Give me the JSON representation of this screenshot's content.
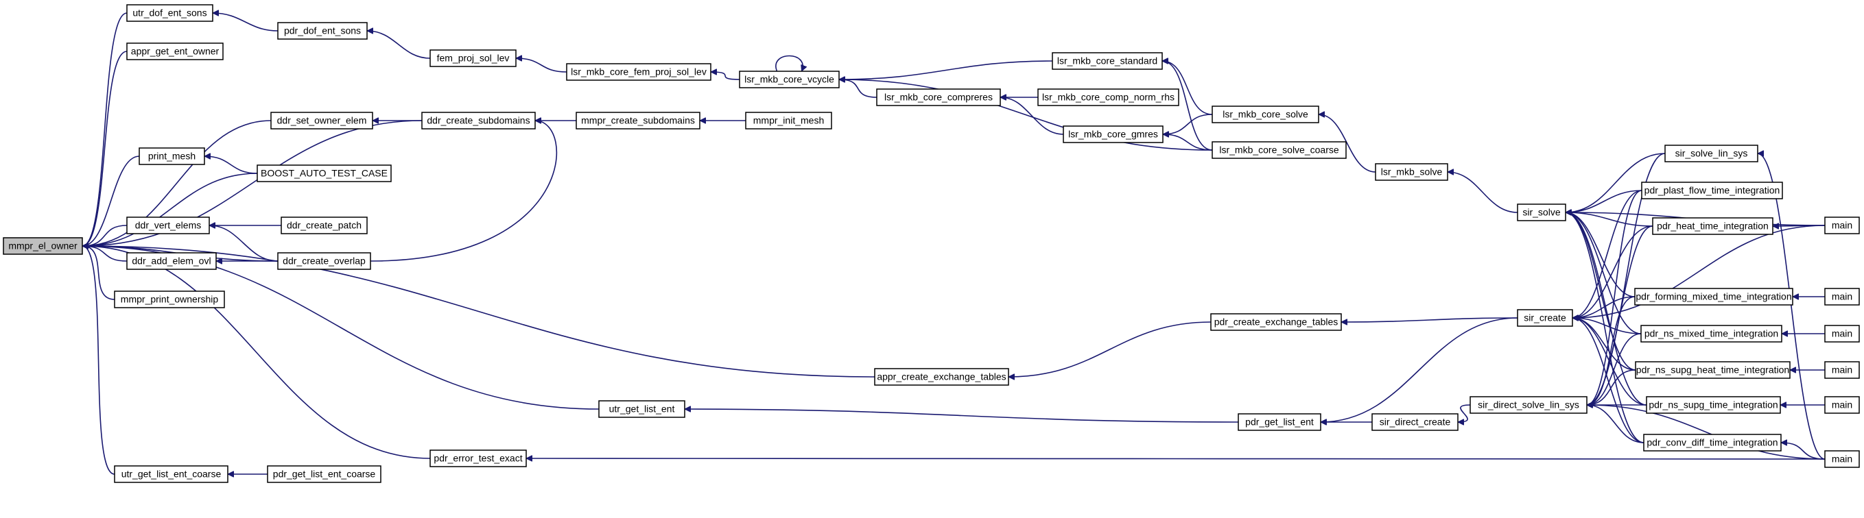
{
  "diagram": {
    "title": "",
    "edge_color": "#191970",
    "root_fill": "#bfbfbf",
    "nodes": [
      {
        "id": "mmpr_el_owner",
        "label": "mmpr_el_owner",
        "root": true
      },
      {
        "id": "utr_dof_ent_sons",
        "label": "utr_dof_ent_sons"
      },
      {
        "id": "appr_get_ent_owner",
        "label": "appr_get_ent_owner"
      },
      {
        "id": "ddr_set_owner_elem",
        "label": "ddr_set_owner_elem"
      },
      {
        "id": "print_mesh",
        "label": "print_mesh"
      },
      {
        "id": "ddr_vert_elems",
        "label": "ddr_vert_elems"
      },
      {
        "id": "ddr_add_elem_ovl",
        "label": "ddr_add_elem_ovl"
      },
      {
        "id": "mmpr_print_ownership",
        "label": "mmpr_print_ownership"
      },
      {
        "id": "utr_get_list_ent_coarse",
        "label": "utr_get_list_ent_coarse"
      },
      {
        "id": "pdr_dof_ent_sons",
        "label": "pdr_dof_ent_sons"
      },
      {
        "id": "BOOST_AUTO_TEST_CASE",
        "label": "BOOST_AUTO_TEST_CASE"
      },
      {
        "id": "ddr_create_patch",
        "label": "ddr_create_patch"
      },
      {
        "id": "ddr_create_overlap",
        "label": "ddr_create_overlap"
      },
      {
        "id": "pdr_get_list_ent_coarse",
        "label": "pdr_get_list_ent_coarse"
      },
      {
        "id": "fem_proj_sol_lev",
        "label": "fem_proj_sol_lev"
      },
      {
        "id": "ddr_create_subdomains",
        "label": "ddr_create_subdomains"
      },
      {
        "id": "pdr_error_test_exact",
        "label": "pdr_error_test_exact"
      },
      {
        "id": "lsr_mkb_core_fem_proj_sol_lev",
        "label": "lsr_mkb_core_fem_proj_sol_lev"
      },
      {
        "id": "mmpr_create_subdomains",
        "label": "mmpr_create_subdomains"
      },
      {
        "id": "lsr_mkb_core_vcycle",
        "label": "lsr_mkb_core_vcycle"
      },
      {
        "id": "mmpr_init_mesh",
        "label": "mmpr_init_mesh"
      },
      {
        "id": "appr_create_exchange_tables",
        "label": "appr_create_exchange_tables"
      },
      {
        "id": "utr_get_list_ent",
        "label": "utr_get_list_ent"
      },
      {
        "id": "lsr_mkb_core_compreres",
        "label": "lsr_mkb_core_compreres"
      },
      {
        "id": "lsr_mkb_core_standard",
        "label": "lsr_mkb_core_standard"
      },
      {
        "id": "lsr_mkb_core_comp_norm_rhs",
        "label": "lsr_mkb_core_comp_norm_rhs"
      },
      {
        "id": "lsr_mkb_core_gmres",
        "label": "lsr_mkb_core_gmres"
      },
      {
        "id": "lsr_mkb_core_solve",
        "label": "lsr_mkb_core_solve"
      },
      {
        "id": "lsr_mkb_core_solve_coarse",
        "label": "lsr_mkb_core_solve_coarse"
      },
      {
        "id": "pdr_create_exchange_tables",
        "label": "pdr_create_exchange_tables"
      },
      {
        "id": "pdr_get_list_ent",
        "label": "pdr_get_list_ent"
      },
      {
        "id": "lsr_mkb_solve",
        "label": "lsr_mkb_solve"
      },
      {
        "id": "sir_direct_create",
        "label": "sir_direct_create"
      },
      {
        "id": "sir_solve",
        "label": "sir_solve"
      },
      {
        "id": "sir_create",
        "label": "sir_create"
      },
      {
        "id": "sir_direct_solve_lin_sys",
        "label": "sir_direct_solve_lin_sys"
      },
      {
        "id": "sir_solve_lin_sys",
        "label": "sir_solve_lin_sys"
      },
      {
        "id": "pdr_plast_flow_time_integration",
        "label": "pdr_plast_flow_time_integration"
      },
      {
        "id": "pdr_heat_time_integration",
        "label": "pdr_heat_time_integration"
      },
      {
        "id": "pdr_forming_mixed_time_integration",
        "label": "pdr_forming_mixed_time_integration"
      },
      {
        "id": "pdr_ns_mixed_time_integration",
        "label": "pdr_ns_mixed_time_integration"
      },
      {
        "id": "pdr_ns_supg_heat_time_integration",
        "label": "pdr_ns_supg_heat_time_integration"
      },
      {
        "id": "pdr_ns_supg_time_integration",
        "label": "pdr_ns_supg_time_integration"
      },
      {
        "id": "pdr_conv_diff_time_integration",
        "label": "pdr_conv_diff_time_integration"
      },
      {
        "id": "main1",
        "label": "main"
      },
      {
        "id": "main2",
        "label": "main"
      },
      {
        "id": "main3",
        "label": "main"
      },
      {
        "id": "main4",
        "label": "main"
      },
      {
        "id": "main5",
        "label": "main"
      },
      {
        "id": "main6",
        "label": "main"
      },
      {
        "id": "main7",
        "label": "main"
      }
    ],
    "edges": [
      [
        "utr_dof_ent_sons",
        "mmpr_el_owner"
      ],
      [
        "appr_get_ent_owner",
        "mmpr_el_owner"
      ],
      [
        "ddr_set_owner_elem",
        "mmpr_el_owner"
      ],
      [
        "ddr_create_subdomains",
        "mmpr_el_owner"
      ],
      [
        "print_mesh",
        "mmpr_el_owner"
      ],
      [
        "BOOST_AUTO_TEST_CASE",
        "mmpr_el_owner"
      ],
      [
        "ddr_vert_elems",
        "mmpr_el_owner"
      ],
      [
        "ddr_add_elem_ovl",
        "mmpr_el_owner"
      ],
      [
        "mmpr_print_ownership",
        "mmpr_el_owner"
      ],
      [
        "ddr_create_overlap",
        "mmpr_el_owner"
      ],
      [
        "appr_create_exchange_tables",
        "mmpr_el_owner"
      ],
      [
        "utr_get_list_ent",
        "mmpr_el_owner"
      ],
      [
        "utr_get_list_ent_coarse",
        "mmpr_el_owner"
      ],
      [
        "pdr_error_test_exact",
        "mmpr_el_owner"
      ],
      [
        "pdr_dof_ent_sons",
        "utr_dof_ent_sons"
      ],
      [
        "fem_proj_sol_lev",
        "pdr_dof_ent_sons"
      ],
      [
        "lsr_mkb_core_fem_proj_sol_lev",
        "fem_proj_sol_lev"
      ],
      [
        "lsr_mkb_core_vcycle",
        "lsr_mkb_core_fem_proj_sol_lev"
      ],
      [
        "lsr_mkb_core_vcycle",
        "lsr_mkb_core_vcycle"
      ],
      [
        "lsr_mkb_core_standard",
        "lsr_mkb_core_vcycle"
      ],
      [
        "lsr_mkb_core_compreres",
        "lsr_mkb_core_vcycle"
      ],
      [
        "lsr_mkb_core_solve_coarse",
        "lsr_mkb_core_vcycle"
      ],
      [
        "lsr_mkb_core_comp_norm_rhs",
        "lsr_mkb_core_compreres"
      ],
      [
        "lsr_mkb_core_gmres",
        "lsr_mkb_core_compreres"
      ],
      [
        "lsr_mkb_core_solve",
        "lsr_mkb_core_standard"
      ],
      [
        "lsr_mkb_core_solve_coarse",
        "lsr_mkb_core_standard"
      ],
      [
        "lsr_mkb_core_solve",
        "lsr_mkb_core_gmres"
      ],
      [
        "lsr_mkb_core_solve_coarse",
        "lsr_mkb_core_gmres"
      ],
      [
        "lsr_mkb_solve",
        "lsr_mkb_core_solve"
      ],
      [
        "sir_solve",
        "lsr_mkb_solve"
      ],
      [
        "ddr_create_subdomains",
        "ddr_set_owner_elem"
      ],
      [
        "mmpr_create_subdomains",
        "ddr_create_subdomains"
      ],
      [
        "mmpr_init_mesh",
        "mmpr_create_subdomains"
      ],
      [
        "ddr_create_overlap",
        "ddr_create_subdomains"
      ],
      [
        "BOOST_AUTO_TEST_CASE",
        "print_mesh"
      ],
      [
        "ddr_create_patch",
        "ddr_vert_elems"
      ],
      [
        "ddr_create_overlap",
        "ddr_vert_elems"
      ],
      [
        "ddr_create_overlap",
        "ddr_add_elem_ovl"
      ],
      [
        "pdr_get_list_ent_coarse",
        "utr_get_list_ent_coarse"
      ],
      [
        "pdr_create_exchange_tables",
        "appr_create_exchange_tables"
      ],
      [
        "sir_create",
        "pdr_create_exchange_tables"
      ],
      [
        "pdr_get_list_ent",
        "utr_get_list_ent"
      ],
      [
        "sir_create",
        "pdr_get_list_ent"
      ],
      [
        "sir_direct_create",
        "pdr_get_list_ent"
      ],
      [
        "sir_direct_solve_lin_sys",
        "sir_direct_create"
      ],
      [
        "main7",
        "pdr_error_test_exact"
      ],
      [
        "sir_solve_lin_sys",
        "sir_solve"
      ],
      [
        "pdr_plast_flow_time_integration",
        "sir_solve"
      ],
      [
        "pdr_heat_time_integration",
        "sir_solve"
      ],
      [
        "pdr_forming_mixed_time_integration",
        "sir_solve"
      ],
      [
        "pdr_ns_mixed_time_integration",
        "sir_solve"
      ],
      [
        "pdr_ns_supg_heat_time_integration",
        "sir_solve"
      ],
      [
        "pdr_ns_supg_time_integration",
        "sir_solve"
      ],
      [
        "pdr_conv_diff_time_integration",
        "sir_solve"
      ],
      [
        "main1",
        "sir_solve"
      ],
      [
        "pdr_plast_flow_time_integration",
        "sir_create"
      ],
      [
        "pdr_heat_time_integration",
        "sir_create"
      ],
      [
        "pdr_forming_mixed_time_integration",
        "sir_create"
      ],
      [
        "pdr_ns_mixed_time_integration",
        "sir_create"
      ],
      [
        "pdr_ns_supg_heat_time_integration",
        "sir_create"
      ],
      [
        "pdr_ns_supg_time_integration",
        "sir_create"
      ],
      [
        "pdr_conv_diff_time_integration",
        "sir_create"
      ],
      [
        "main2",
        "sir_create"
      ],
      [
        "sir_solve_lin_sys",
        "sir_direct_solve_lin_sys"
      ],
      [
        "pdr_plast_flow_time_integration",
        "sir_direct_solve_lin_sys"
      ],
      [
        "pdr_heat_time_integration",
        "sir_direct_solve_lin_sys"
      ],
      [
        "pdr_forming_mixed_time_integration",
        "sir_direct_solve_lin_sys"
      ],
      [
        "pdr_ns_mixed_time_integration",
        "sir_direct_solve_lin_sys"
      ],
      [
        "pdr_ns_supg_heat_time_integration",
        "sir_direct_solve_lin_sys"
      ],
      [
        "pdr_ns_supg_time_integration",
        "sir_direct_solve_lin_sys"
      ],
      [
        "pdr_conv_diff_time_integration",
        "sir_direct_solve_lin_sys"
      ],
      [
        "main7",
        "sir_direct_solve_lin_sys"
      ],
      [
        "main7",
        "sir_solve_lin_sys"
      ],
      [
        "main2",
        "pdr_heat_time_integration"
      ],
      [
        "main3",
        "pdr_forming_mixed_time_integration"
      ],
      [
        "main4",
        "pdr_ns_mixed_time_integration"
      ],
      [
        "main5",
        "pdr_ns_supg_heat_time_integration"
      ],
      [
        "main6",
        "pdr_ns_supg_time_integration"
      ],
      [
        "main7",
        "pdr_conv_diff_time_integration"
      ]
    ]
  }
}
